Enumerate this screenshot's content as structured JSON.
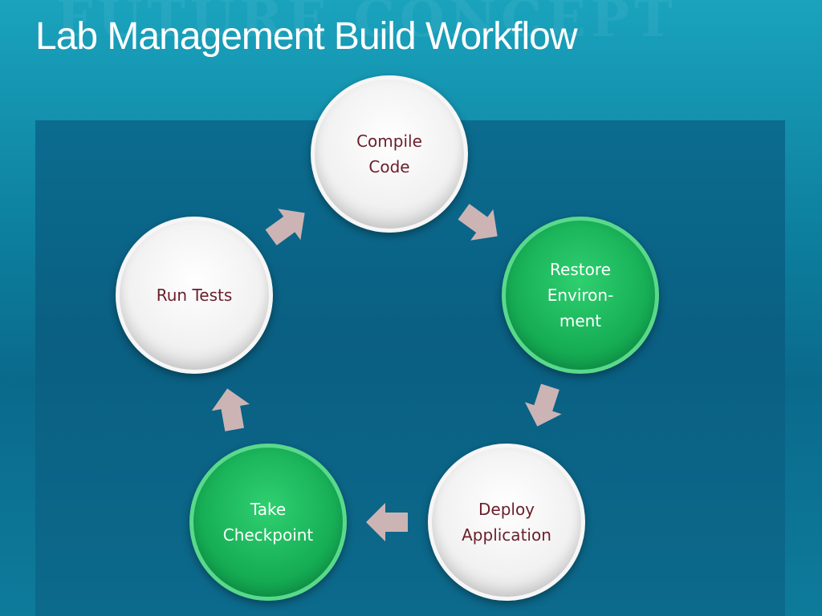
{
  "slide": {
    "title": "Lab Management Build Workflow",
    "watermark": "FUTURE CONCEPT"
  },
  "workflow": {
    "steps": [
      {
        "label": "Compile\nCode",
        "style": "white"
      },
      {
        "label": "Restore\nEnviron-\nment",
        "style": "green"
      },
      {
        "label": "Deploy\nApplication",
        "style": "white"
      },
      {
        "label": "Take\nCheckpoint",
        "style": "green"
      },
      {
        "label": "Run Tests",
        "style": "white"
      }
    ]
  },
  "colors": {
    "background": "#0d7f9e",
    "panel": "#0a5f82",
    "node_white_text": "#6b1e2a",
    "node_green": "#16ad55",
    "arrow": "#cdb4b4"
  }
}
